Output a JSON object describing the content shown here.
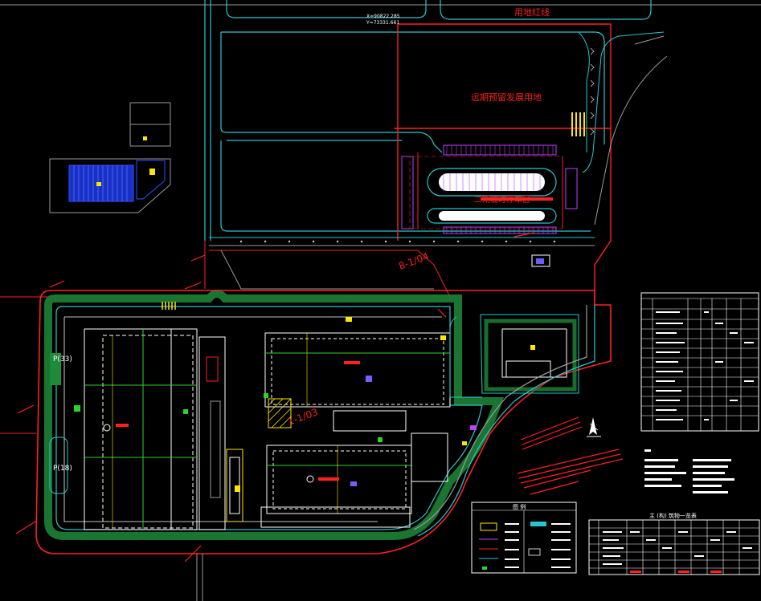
{
  "colors": {
    "background": "#000000",
    "red": "#ff2020",
    "cyan": "#29c6cf",
    "white": "#ffffff",
    "yellow": "#ffe600",
    "green": "#2bd42b",
    "magenta": "#c040ff",
    "blue": "#3050ff",
    "hatch_green": "#1f8a3a",
    "gray": "#9a9a9a",
    "purple": "#7a5cff"
  },
  "labels": {
    "red_line_title": "用地红线",
    "future_land": "远期预留发展用地",
    "parking_zone": "二期临时停车区",
    "coord_line_1": "X=90822.285",
    "coord_line_2": "Y=73331.661",
    "section_mark_1": "8-1/04",
    "section_mark_2": "1-1/03",
    "parking_p33": "P(33)",
    "parking_p18": "P(18)",
    "legend_title": "图 例",
    "table_title": "主 (构) 筑物一览表"
  },
  "icons": {
    "north_arrow": "north-arrow-icon"
  }
}
